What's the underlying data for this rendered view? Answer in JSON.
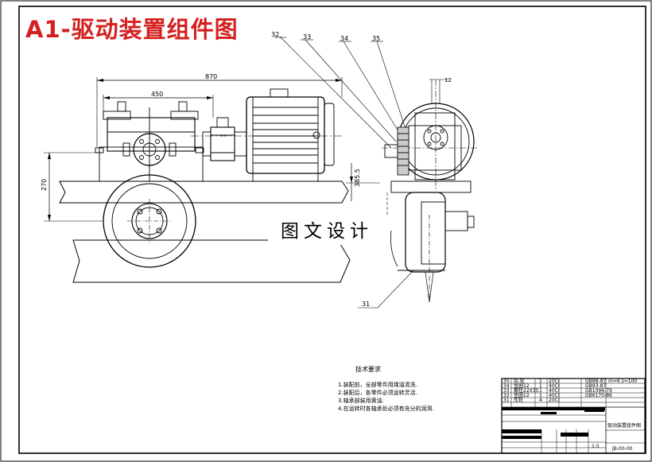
{
  "title": "A1-驱动装置组件图",
  "watermark": "图文设计",
  "balloons": [
    "31",
    "32",
    "33",
    "34",
    "35"
  ],
  "dimensions": {
    "overall_length": "870",
    "reducer_length": "450",
    "height_left": "270",
    "height_right": "385.5",
    "small_width": "12"
  },
  "tech_requirements": {
    "heading": "技术要求",
    "items": [
      "1.装配前，全部零件用煤油清洗.",
      "2.装配后，各零件必须运转灵活.",
      "3.轴承部装用黄油.",
      "4.在运转时各轴承处必须有充分的润滑."
    ]
  },
  "parts_list": {
    "rows": [
      {
        "no": "35",
        "name": "齿 轮",
        "qty": "1",
        "material": "20Cr",
        "std": "GB88-87",
        "note": "m=6 z=100"
      },
      {
        "no": "34",
        "name": "垫圈12",
        "qty": "1",
        "material": "40Cr",
        "std": "GB93-87",
        "note": ""
      },
      {
        "no": "33",
        "name": "螺栓22X35",
        "qty": "1",
        "material": "40Cr",
        "std": "GB1096-79",
        "note": ""
      },
      {
        "no": "32",
        "name": "垫圈12",
        "qty": "1",
        "material": "40Cr",
        "std": "GB6170-86",
        "note": ""
      },
      {
        "no": "31",
        "name": "车轮",
        "qty": "4",
        "material": "20Cr",
        "std": "",
        "note": ""
      }
    ]
  },
  "title_block": {
    "drawing_name": "驱动装置组件图",
    "scale": "1:5",
    "drawing_no": "JB-00-00"
  }
}
